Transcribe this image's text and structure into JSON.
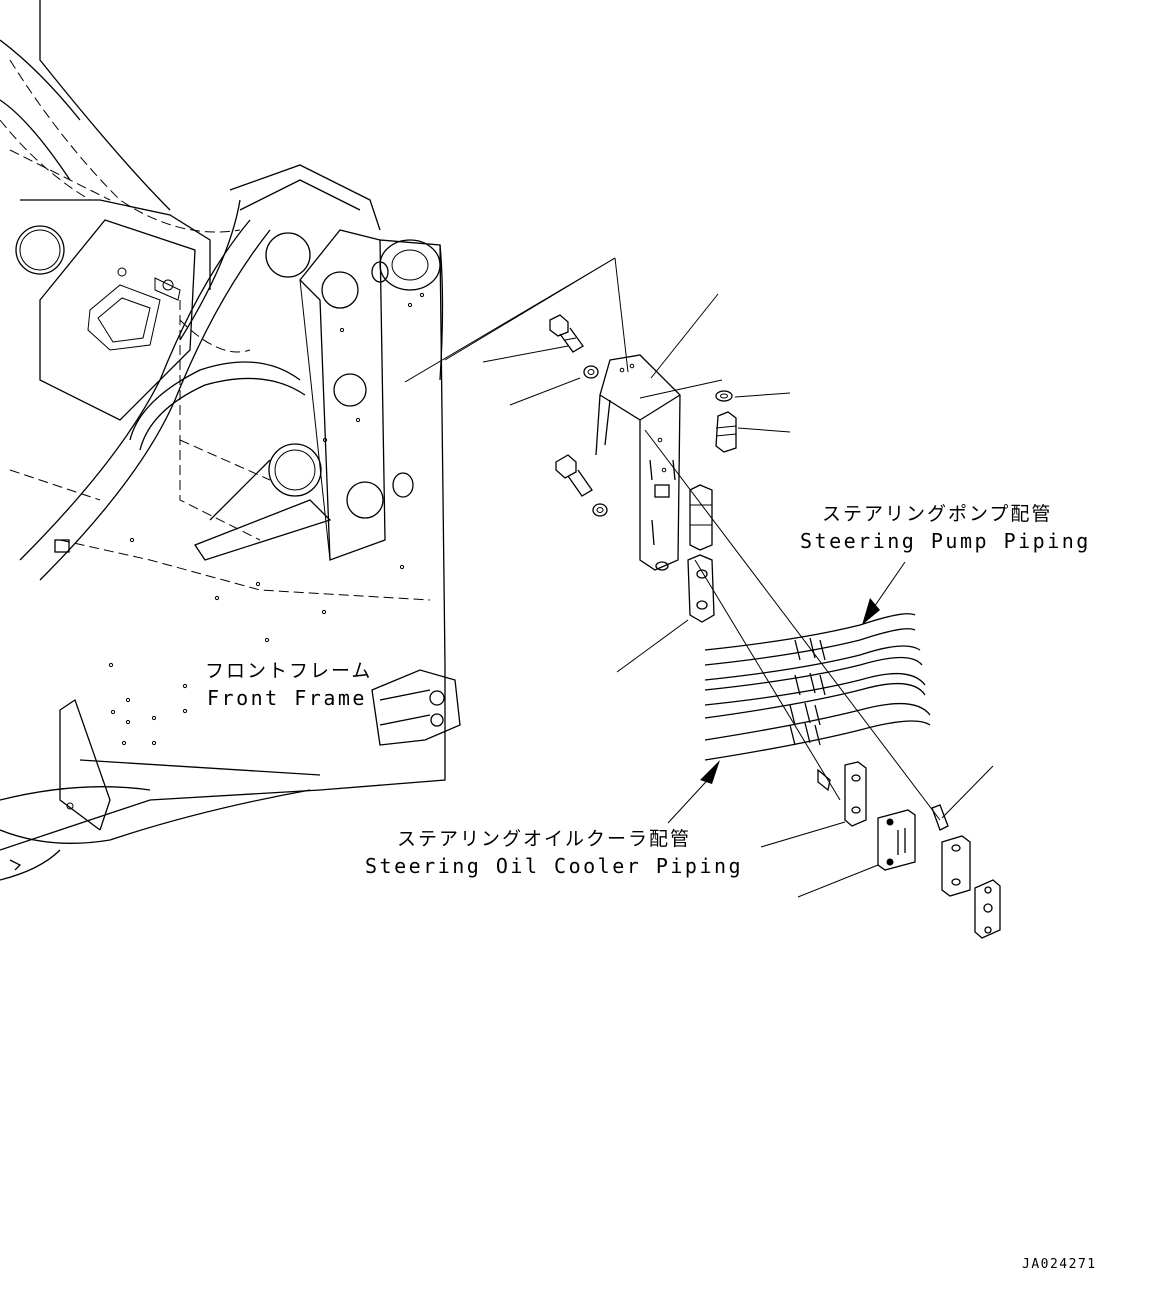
{
  "labels": {
    "front_frame_jp": "フロントフレーム",
    "front_frame_en": "Front Frame",
    "pump_piping_jp": "ステアリングポンプ配管",
    "pump_piping_en": "Steering Pump Piping",
    "cooler_piping_jp": "ステアリングオイルクーラ配管",
    "cooler_piping_en": "Steering Oil Cooler Piping",
    "drawing_code": "JA024271"
  }
}
